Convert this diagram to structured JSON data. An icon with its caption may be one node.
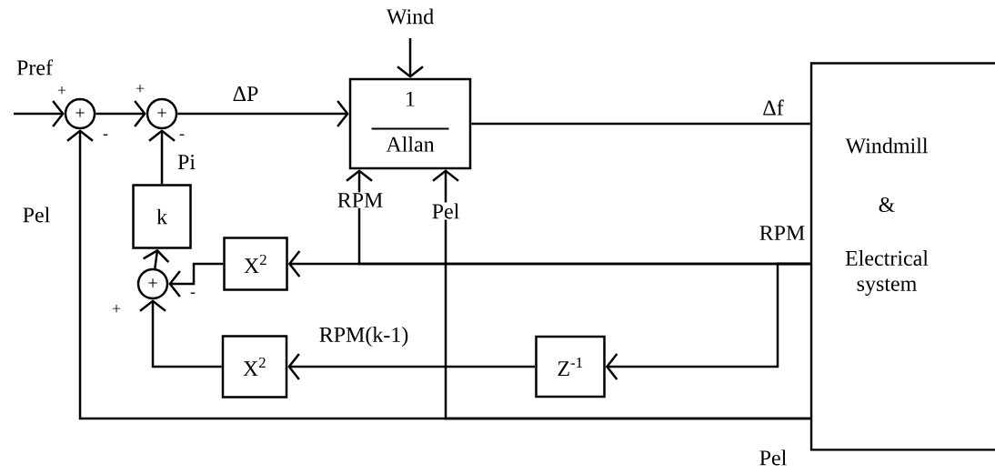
{
  "diagram": {
    "nodes": [
      {
        "text": [
          "+"
        ],
        "beside": [
          "+",
          "-"
        ]
      },
      {
        "text": [
          "+"
        ],
        "beside": [
          "+",
          "-"
        ]
      },
      {
        "text": [
          "1",
          "Allan"
        ]
      },
      {
        "text": [
          "Windmill",
          "&",
          "Electrical system"
        ]
      },
      {
        "text": [
          "k"
        ]
      },
      {
        "text": [
          "+"
        ],
        "beside": [
          "-",
          "+"
        ]
      },
      {
        "text": [
          "X$^{2}$"
        ]
      },
      {
        "text": [
          "X$^{2}$"
        ]
      },
      {
        "text": [
          "Z$^{-1}$"
        ]
      }
    ],
    "edges": [
      {
        "from": null,
        "to": 0,
        "arrow": "to",
        "label": "Pref"
      },
      {
        "from": 0,
        "to": 1,
        "arrow": "to"
      },
      {
        "from": 1,
        "to": 2,
        "arrow": "to",
        "label": "ΔP"
      },
      {
        "from": 2,
        "to": 3,
        "arrow": "none",
        "label": "Δf"
      },
      {
        "from": null,
        "to": 2,
        "arrow": "to",
        "label": "Wind"
      },
      {
        "from": 3,
        "to": 2,
        "arrow": "to",
        "label": "RPM"
      },
      {
        "from": 3,
        "to": 2,
        "arrow": "to",
        "label": "Pel"
      },
      {
        "from": 3,
        "to": 0,
        "arrow": "to",
        "label": "Pel"
      },
      {
        "from": 4,
        "to": 1,
        "arrow": "to",
        "label": "Pi"
      },
      {
        "from": 5,
        "to": 4,
        "arrow": "to"
      },
      {
        "from": 6,
        "to": 5,
        "arrow": "to"
      },
      {
        "from": 3,
        "to": 6,
        "arrow": "to",
        "label": "RPM"
      },
      {
        "from": 3,
        "to": 8,
        "arrow": "to"
      },
      {
        "from": 8,
        "to": 7,
        "arrow": "to",
        "label": "RPM(k-1)"
      },
      {
        "from": 7,
        "to": 5,
        "arrow": "to"
      }
    ],
    "labels": [
      "Pel"
    ]
  }
}
